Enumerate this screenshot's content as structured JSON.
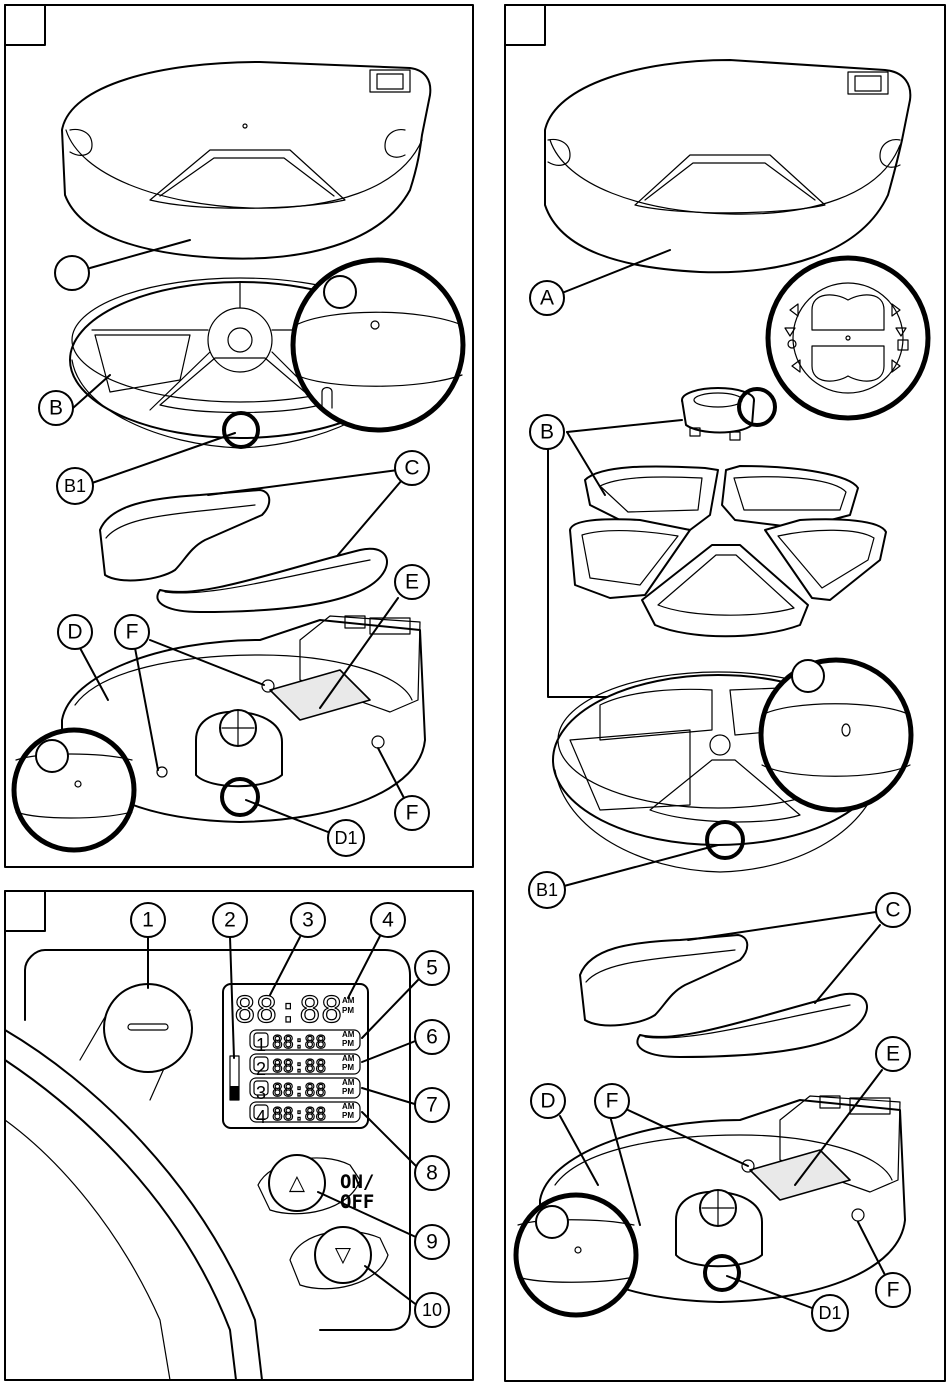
{
  "figures": [
    {
      "id": "fig1",
      "number": ""
    },
    {
      "id": "fig2",
      "number": ""
    },
    {
      "id": "fig3",
      "number": ""
    }
  ],
  "fig1_labels": {
    "blank": "",
    "zoom": "",
    "B": "B",
    "B1": "B1",
    "C": "C",
    "D": "D",
    "E": "E",
    "F_top": "F",
    "F_right": "F",
    "D1": "D1",
    "zoom_bottom": ""
  },
  "fig2_labels": {
    "A": "A",
    "B": "B",
    "B1": "B1",
    "C": "C",
    "D": "D",
    "E": "E",
    "F_top": "F",
    "F_right": "F",
    "D1": "D1",
    "zoom_mid": "",
    "zoom_bottom": ""
  },
  "fig3_callouts": [
    "1",
    "2",
    "3",
    "4",
    "5",
    "6",
    "7",
    "8",
    "9",
    "10"
  ],
  "display": {
    "main_time": "88:88",
    "am": "AM",
    "pm": "PM",
    "meals": [
      {
        "num": "1",
        "time": "88:88"
      },
      {
        "num": "2",
        "time": "88:88"
      },
      {
        "num": "3",
        "time": "88:88"
      },
      {
        "num": "4",
        "time": "88:88"
      }
    ]
  },
  "buttons": {
    "on_off_line1": "ON/",
    "on_off_line2": "OFF",
    "up_symbol": "△",
    "down_symbol": "▽"
  }
}
